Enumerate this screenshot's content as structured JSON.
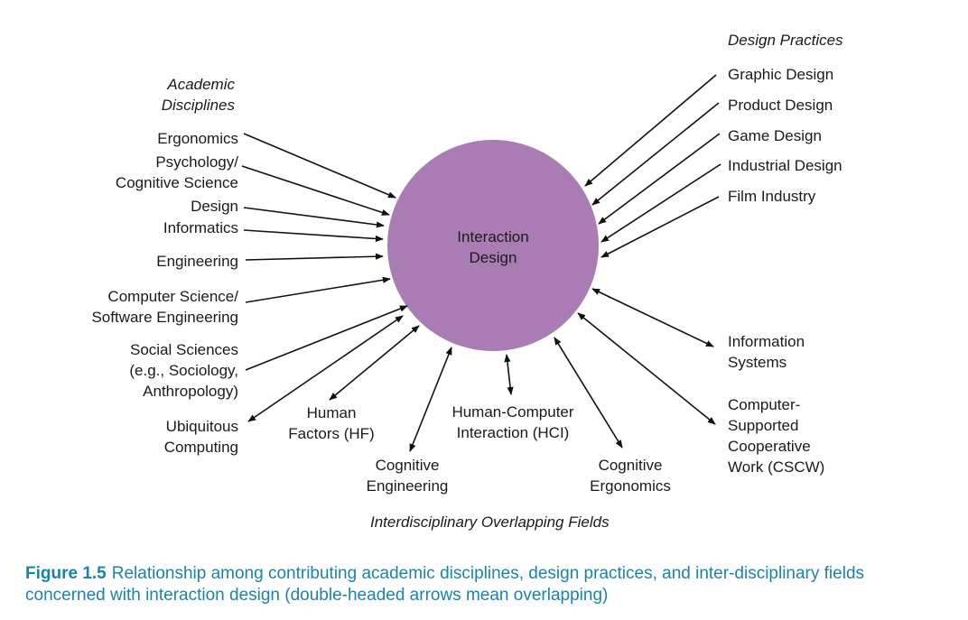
{
  "center": {
    "label_line1": "Interaction",
    "label_line2": "Design",
    "color": "#a97db4"
  },
  "headings": {
    "academic_line1": "Academic",
    "academic_line2": "Disciplines",
    "design_practices": "Design Practices",
    "interdisciplinary": "Interdisciplinary Overlapping Fields"
  },
  "academic": {
    "ergonomics": "Ergonomics",
    "psychology_line1": "Psychology/",
    "psychology_line2": "Cognitive Science",
    "design": "Design",
    "informatics": "Informatics",
    "engineering": "Engineering",
    "cs_line1": "Computer Science/",
    "cs_line2": "Software Engineering",
    "social_line1": "Social Sciences",
    "social_line2": "(e.g., Sociology,",
    "social_line3": "Anthropology)"
  },
  "design_practices": {
    "graphic": "Graphic Design",
    "product": "Product Design",
    "game": "Game Design",
    "industrial": "Industrial Design",
    "film": "Film Industry"
  },
  "overlapping": {
    "ubiquitous_line1": "Ubiquitous",
    "ubiquitous_line2": "Computing",
    "hf_line1": "Human",
    "hf_line2": "Factors (HF)",
    "cog_eng_line1": "Cognitive",
    "cog_eng_line2": "Engineering",
    "hci_line1": "Human-Computer",
    "hci_line2": "Interaction (HCI)",
    "cog_erg_line1": "Cognitive",
    "cog_erg_line2": "Ergonomics",
    "info_line1": "Information",
    "info_line2": "Systems",
    "cscw_line1": "Computer-",
    "cscw_line2": "Supported",
    "cscw_line3": "Cooperative",
    "cscw_line4": "Work (CSCW)"
  },
  "caption": {
    "figure": "Figure 1.5",
    "text": "Relationship among contributing academic disciplines, design practices, and inter-disciplinary fields concerned with interaction design (double-headed arrows mean overlapping)",
    "color": "#1a84a8"
  }
}
